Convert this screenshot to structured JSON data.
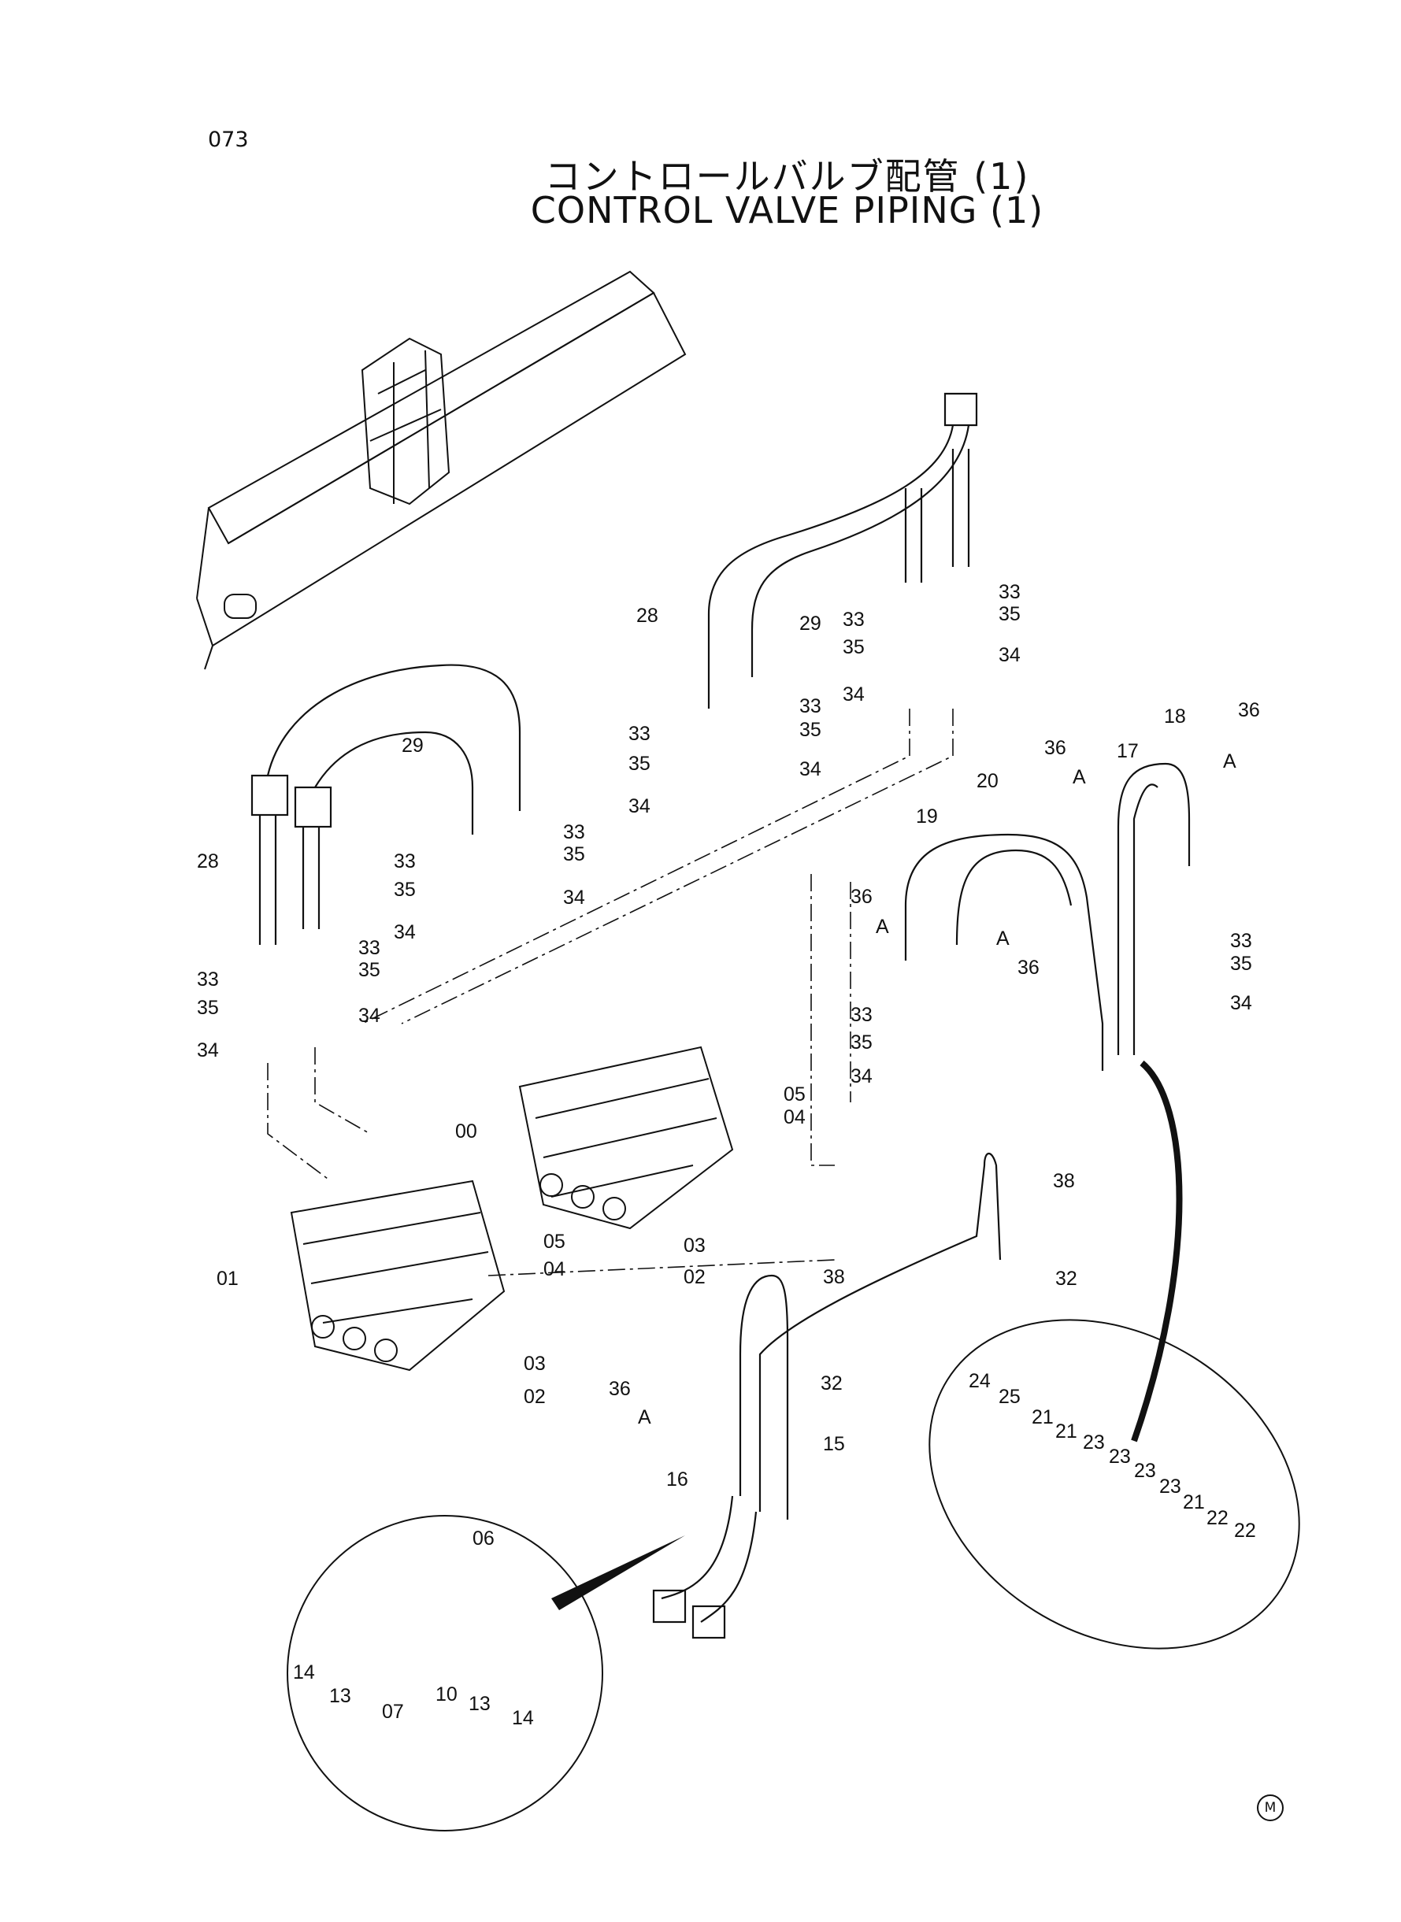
{
  "page_number": "073",
  "title_jp": "コントロールバルブ配管 (1)",
  "title_en": "CONTROL VALVE PIPING (1)",
  "corner_mark": "M",
  "callouts": [
    {
      "id": "c1",
      "text": "28"
    },
    {
      "id": "c2",
      "text": "29"
    },
    {
      "id": "c3",
      "text": "33"
    },
    {
      "id": "c4",
      "text": "35"
    },
    {
      "id": "c5",
      "text": "33"
    },
    {
      "id": "c6",
      "text": "35"
    },
    {
      "id": "c7",
      "text": "34"
    },
    {
      "id": "c8",
      "text": "34"
    },
    {
      "id": "c9",
      "text": "33"
    },
    {
      "id": "c10",
      "text": "33"
    },
    {
      "id": "c11",
      "text": "35"
    },
    {
      "id": "c12",
      "text": "35"
    },
    {
      "id": "c13",
      "text": "34"
    },
    {
      "id": "c14",
      "text": "34"
    },
    {
      "id": "c15",
      "text": "29"
    },
    {
      "id": "c16",
      "text": "28"
    },
    {
      "id": "c17",
      "text": "33"
    },
    {
      "id": "c18",
      "text": "35"
    },
    {
      "id": "c19",
      "text": "33"
    },
    {
      "id": "c20",
      "text": "35"
    },
    {
      "id": "c21",
      "text": "34"
    },
    {
      "id": "c22",
      "text": "34"
    },
    {
      "id": "c23",
      "text": "33"
    },
    {
      "id": "c24",
      "text": "35"
    },
    {
      "id": "c25",
      "text": "33"
    },
    {
      "id": "c26",
      "text": "35"
    },
    {
      "id": "c27",
      "text": "34"
    },
    {
      "id": "c28",
      "text": "34"
    },
    {
      "id": "c29",
      "text": "36"
    },
    {
      "id": "c30",
      "text": "A"
    },
    {
      "id": "c31",
      "text": "17"
    },
    {
      "id": "c32",
      "text": "18"
    },
    {
      "id": "c33",
      "text": "36"
    },
    {
      "id": "c34",
      "text": "A"
    },
    {
      "id": "c35",
      "text": "20"
    },
    {
      "id": "c36",
      "text": "19"
    },
    {
      "id": "c37",
      "text": "36"
    },
    {
      "id": "c38",
      "text": "A"
    },
    {
      "id": "c39",
      "text": "A"
    },
    {
      "id": "c40",
      "text": "36"
    },
    {
      "id": "c41",
      "text": "33"
    },
    {
      "id": "c42",
      "text": "35"
    },
    {
      "id": "c43",
      "text": "34"
    },
    {
      "id": "c44",
      "text": "33"
    },
    {
      "id": "c45",
      "text": "35"
    },
    {
      "id": "c46",
      "text": "34"
    },
    {
      "id": "c47",
      "text": "05"
    },
    {
      "id": "c48",
      "text": "04"
    },
    {
      "id": "c49",
      "text": "00"
    },
    {
      "id": "c50",
      "text": "38"
    },
    {
      "id": "c51",
      "text": "05"
    },
    {
      "id": "c52",
      "text": "04"
    },
    {
      "id": "c53",
      "text": "03"
    },
    {
      "id": "c54",
      "text": "02"
    },
    {
      "id": "c55",
      "text": "01"
    },
    {
      "id": "c56",
      "text": "38"
    },
    {
      "id": "c57",
      "text": "32"
    },
    {
      "id": "c58",
      "text": "03"
    },
    {
      "id": "c59",
      "text": "02"
    },
    {
      "id": "c60",
      "text": "36"
    },
    {
      "id": "c61",
      "text": "A"
    },
    {
      "id": "c62",
      "text": "32"
    },
    {
      "id": "c63",
      "text": "15"
    },
    {
      "id": "c64",
      "text": "16"
    },
    {
      "id": "c65",
      "text": "24"
    },
    {
      "id": "c66",
      "text": "25"
    },
    {
      "id": "c67",
      "text": "21"
    },
    {
      "id": "c68",
      "text": "21"
    },
    {
      "id": "c69",
      "text": "23"
    },
    {
      "id": "c70",
      "text": "23"
    },
    {
      "id": "c71",
      "text": "23"
    },
    {
      "id": "c72",
      "text": "23"
    },
    {
      "id": "c73",
      "text": "21"
    },
    {
      "id": "c74",
      "text": "22"
    },
    {
      "id": "c75",
      "text": "22"
    },
    {
      "id": "c76",
      "text": "06"
    },
    {
      "id": "c77",
      "text": "14"
    },
    {
      "id": "c78",
      "text": "13"
    },
    {
      "id": "c79",
      "text": "07"
    },
    {
      "id": "c80",
      "text": "10"
    },
    {
      "id": "c81",
      "text": "13"
    },
    {
      "id": "c82",
      "text": "14"
    }
  ]
}
